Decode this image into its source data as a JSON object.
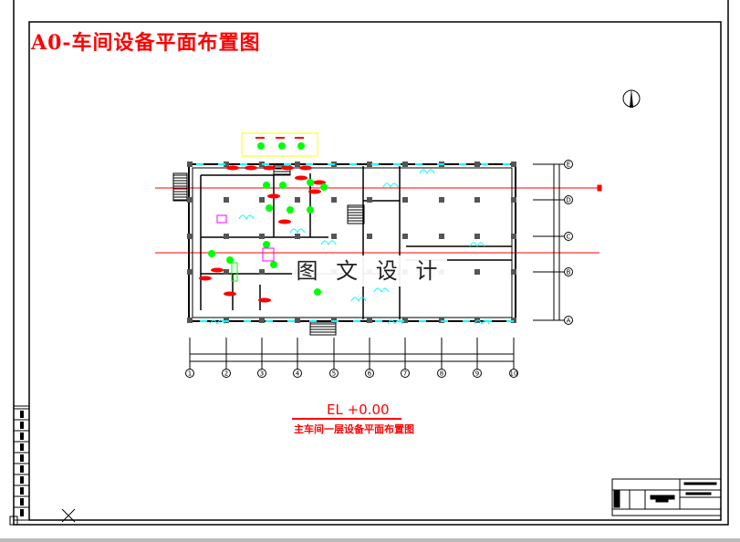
{
  "drawing": {
    "title": "A0-车间设备平面布置图",
    "elevation": "EL +0.00",
    "subtitle": "主车间一层设备平面布置图",
    "watermark": "图 文 设 计",
    "column_axes": [
      "1",
      "2",
      "3",
      "4",
      "5",
      "6",
      "7",
      "8",
      "9",
      "10"
    ],
    "row_axes": [
      "E",
      "D",
      "C",
      "B",
      "A"
    ],
    "colors": {
      "annotation": "#ff0000",
      "doors": "#00ffff",
      "equipment": "#00ff00",
      "walls": "#000000",
      "highlight": "#ff00ff"
    },
    "icons": [
      "north-arrow-icon"
    ]
  }
}
